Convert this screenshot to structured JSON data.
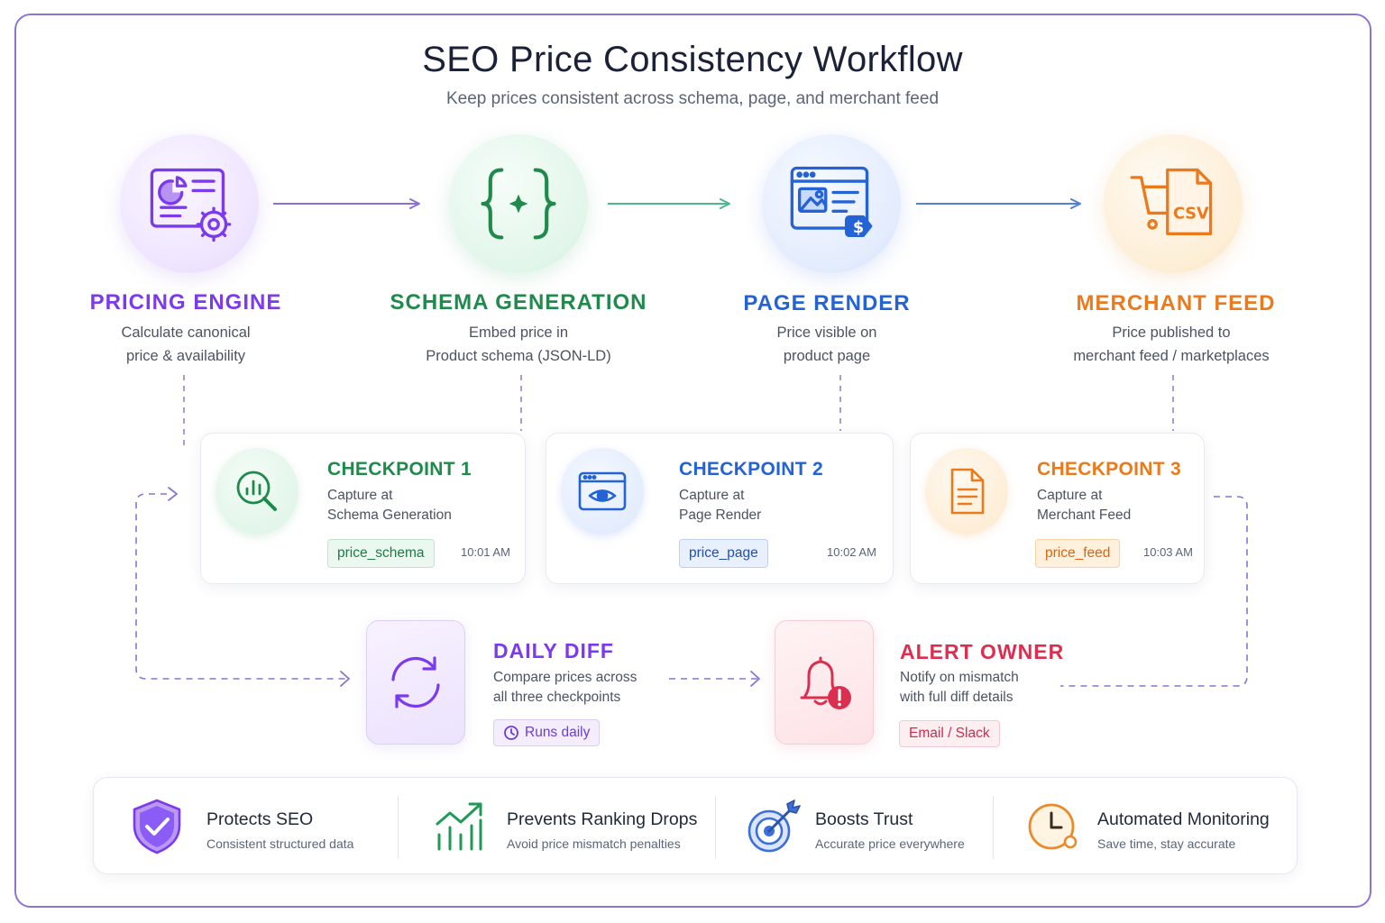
{
  "header": {
    "title": "SEO Price Consistency Workflow",
    "subtitle": "Keep prices consistent across schema, page, and merchant feed"
  },
  "stages": [
    {
      "title": "PRICING ENGINE",
      "desc_line1": "Calculate canonical",
      "desc_line2": "price & availability",
      "icon": "pricing-settings-icon",
      "color": "#7c3aed"
    },
    {
      "title": "SCHEMA GENERATION",
      "desc_line1": "Embed price in",
      "desc_line2": "Product schema (JSON-LD)",
      "icon": "json-braces-icon",
      "color": "#1f8a4c"
    },
    {
      "title": "PAGE RENDER",
      "desc_line1": "Price visible on",
      "desc_line2": "product page",
      "icon": "browser-price-icon",
      "color": "#2463d6"
    },
    {
      "title": "MERCHANT FEED",
      "desc_line1": "Price published to",
      "desc_line2": "merchant feed / marketplaces",
      "icon": "cart-csv-icon",
      "color": "#ea7a1c"
    }
  ],
  "checkpoints": [
    {
      "title": "CHECKPOINT 1",
      "desc_line1": "Capture at",
      "desc_line2": "Schema Generation",
      "field": "price_schema",
      "time": "10:01 AM",
      "icon": "search-chart-icon",
      "color": "#1f8a4c"
    },
    {
      "title": "CHECKPOINT 2",
      "desc_line1": "Capture at",
      "desc_line2": "Page Render",
      "field": "price_page",
      "time": "10:02 AM",
      "icon": "browser-eye-icon",
      "color": "#2463d6"
    },
    {
      "title": "CHECKPOINT 3",
      "desc_line1": "Capture at",
      "desc_line2": "Merchant Feed",
      "field": "price_feed",
      "time": "10:03 AM",
      "icon": "document-icon",
      "color": "#ea7a1c"
    }
  ],
  "daily_diff": {
    "title": "DAILY DIFF",
    "desc_line1": "Compare prices across",
    "desc_line2": "all three checkpoints",
    "tag": "Runs daily",
    "icon": "refresh-icon",
    "color": "#7c3aed"
  },
  "alert_owner": {
    "title": "ALERT OWNER",
    "desc_line1": "Notify on mismatch",
    "desc_line2": "with full diff details",
    "tag": "Email / Slack",
    "icon": "bell-alert-icon",
    "color": "#dc2f4f"
  },
  "benefits": [
    {
      "title": "Protects SEO",
      "subtitle": "Consistent structured data",
      "icon": "shield-check-icon"
    },
    {
      "title": "Prevents Ranking Drops",
      "subtitle": "Avoid price mismatch penalties",
      "icon": "rising-chart-icon"
    },
    {
      "title": "Boosts Trust",
      "subtitle": "Accurate price everywhere",
      "icon": "target-icon"
    },
    {
      "title": "Automated Monitoring",
      "subtitle": "Save time, stay accurate",
      "icon": "clock-icon"
    }
  ]
}
